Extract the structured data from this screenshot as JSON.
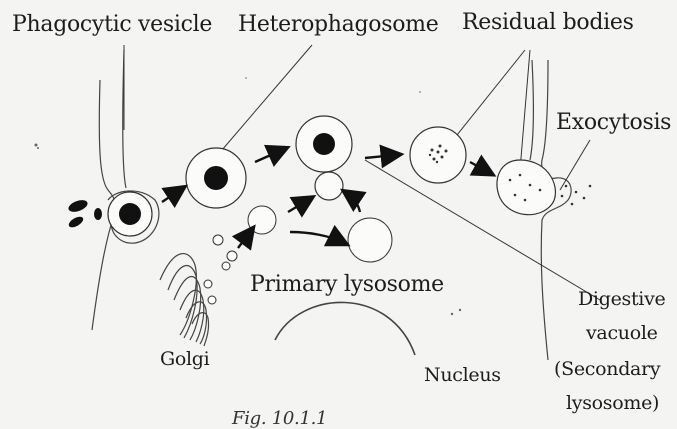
{
  "labels": {
    "phagocytic_vesicle": "Phagocytic vesicle",
    "heterophagosome": "Heterophagosome",
    "residual_bodies": "Residual bodies",
    "exocytosis": "Exocytosis",
    "primary_lysosome": "Primary lysosome",
    "golgi": "Golgi",
    "nucleus": "Nucleus",
    "digestive_vacuole": "Digestive",
    "vacuole_line": "vacuole",
    "secondary_lysosome_1": "(Secondary",
    "secondary_lysosome_2": "lysosome)"
  },
  "caption": "Fig. 10.1.1"
}
